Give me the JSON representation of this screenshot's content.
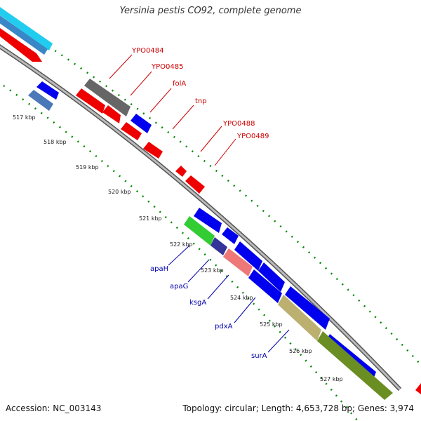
{
  "title": "Yersinia pestis CO92, complete genome",
  "footer": {
    "accession": "Accession: NC_003143",
    "topology": "Topology: circular; Length: 4,653,728 bp; Genes: 3,974"
  },
  "ticks": [
    "517 kbp",
    "518 kbp",
    "519 kbp",
    "520 kbp",
    "521 kbp",
    "522 kbp",
    "523 kbp",
    "524 kbp",
    "525 kbp",
    "526 kbp",
    "527 kbp"
  ],
  "labels_forward": [
    "YPO0484",
    "YPO0485",
    "folA",
    "tnp",
    "YPO0488",
    "YPO0489"
  ],
  "labels_reverse": [
    "apaH",
    "apaG",
    "ksgA",
    "pdxA",
    "surA"
  ],
  "colors": {
    "forward": "#ff0000",
    "blue": "#0000ee",
    "backbone": "#888888",
    "ticks": "#008800",
    "label_red": "#cc0000",
    "label_blue": "#0000aa"
  }
}
